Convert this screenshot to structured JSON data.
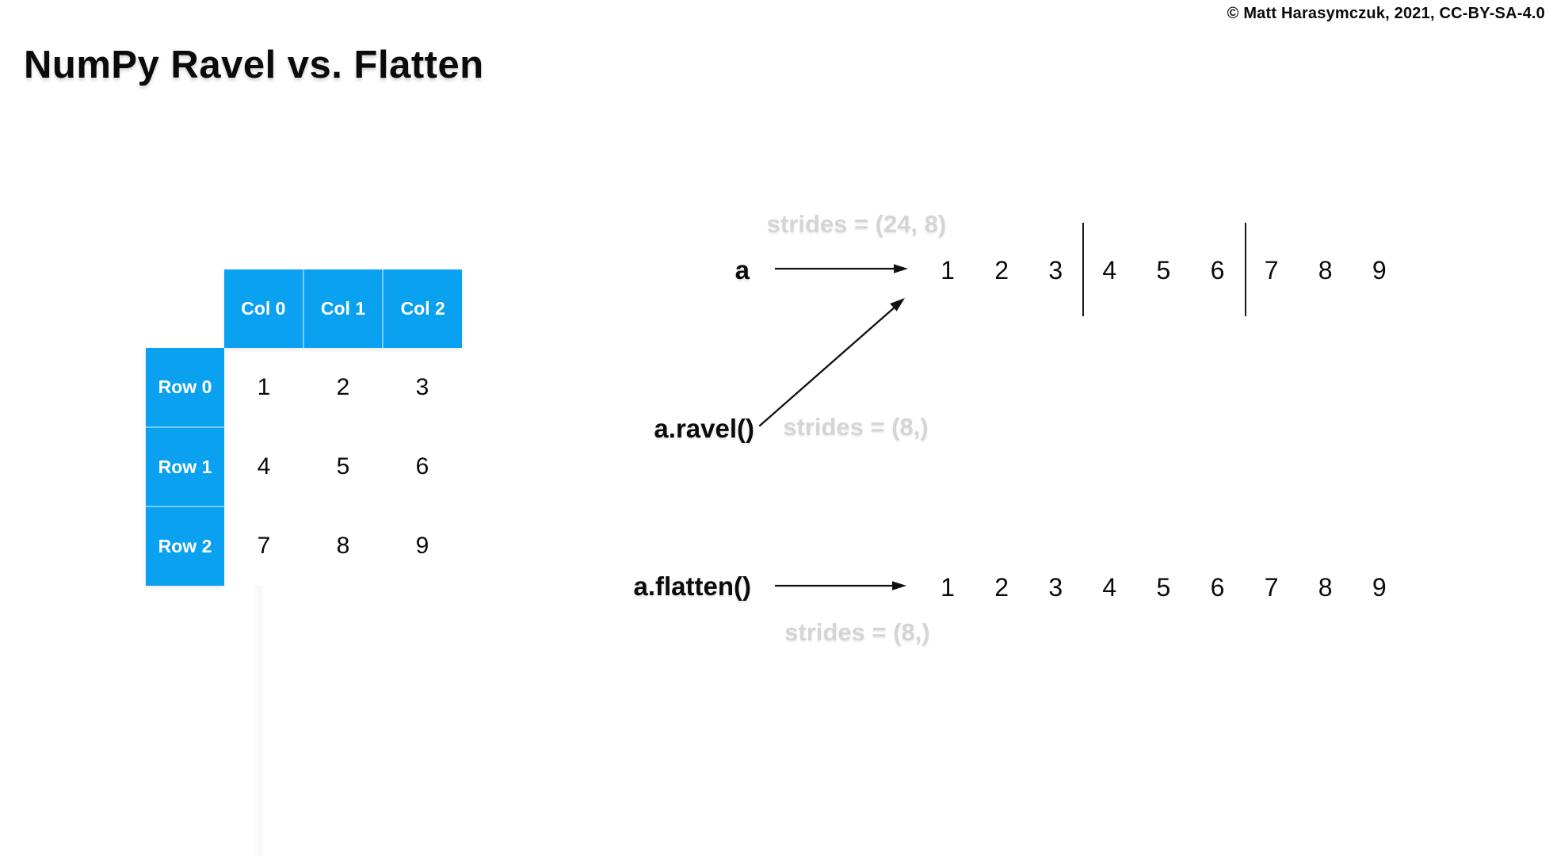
{
  "header": {
    "title": "NumPy Ravel vs. Flatten",
    "copyright": "© Matt Harasymczuk, 2021, CC-BY-SA-4.0"
  },
  "colors": {
    "table_blue": "#0aa1f0",
    "table_separator": "rgba(255,255,255,0.45)",
    "strides_gray": "#d5d5d5",
    "ink": "#0b0b0b",
    "faint_guide": "#f6f6f6"
  },
  "matrix": {
    "col_headers": [
      "Col 0",
      "Col 1",
      "Col 2"
    ],
    "row_headers": [
      "Row 0",
      "Row 1",
      "Row 2"
    ],
    "cells": [
      [
        "1",
        "2",
        "3"
      ],
      [
        "4",
        "5",
        "6"
      ],
      [
        "7",
        "8",
        "9"
      ]
    ]
  },
  "diagram": {
    "a": {
      "label": "a",
      "strides": "strides = (24, 8)",
      "values": [
        "1",
        "2",
        "3",
        "4",
        "5",
        "6",
        "7",
        "8",
        "9"
      ],
      "dividers_after": [
        3,
        6
      ]
    },
    "ravel": {
      "label": "a.ravel()",
      "strides": "strides = (8,)"
    },
    "flatten": {
      "label": "a.flatten()",
      "strides": "strides = (8,)",
      "values": [
        "1",
        "2",
        "3",
        "4",
        "5",
        "6",
        "7",
        "8",
        "9"
      ]
    }
  }
}
